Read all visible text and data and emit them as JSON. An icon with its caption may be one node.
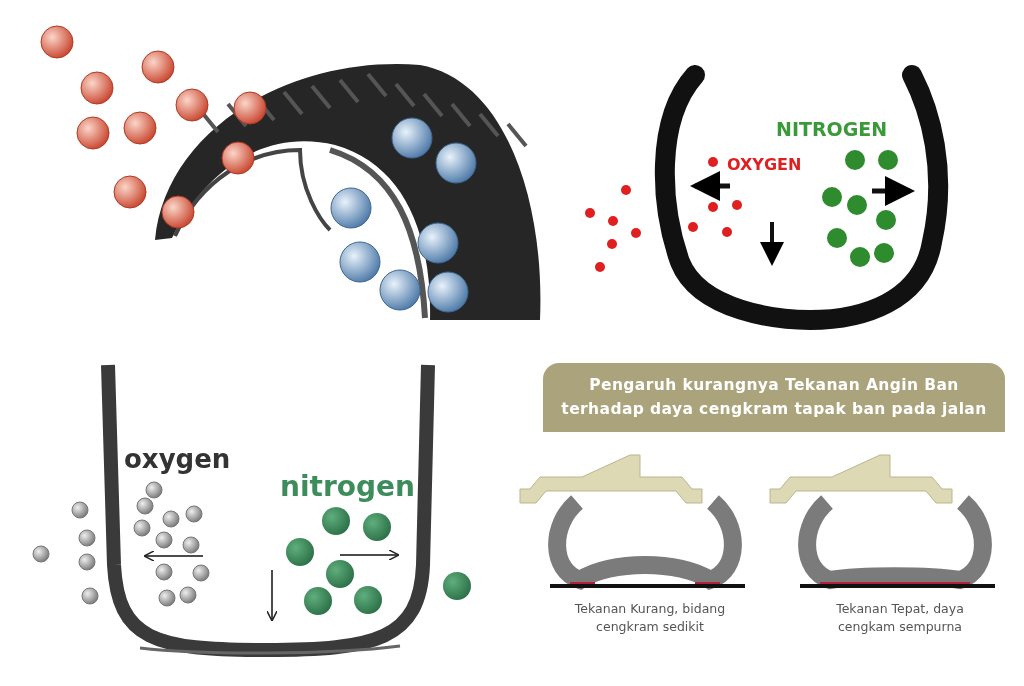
{
  "diagram": {
    "nodes": [
      {
        "text": [
          "Pengaruh kurangnya Tekanan Angin Ban terhadap daya cengkram tapak ban pada jalan"
        ]
      }
    ],
    "labels": [
      "NITROGEN",
      "OXYGEN",
      "oxygen",
      "nitrogen",
      "Tekanan Kurang, bidang cengkram sedikit",
      "Tekanan Tepat, daya cengkam sempurna"
    ]
  }
}
